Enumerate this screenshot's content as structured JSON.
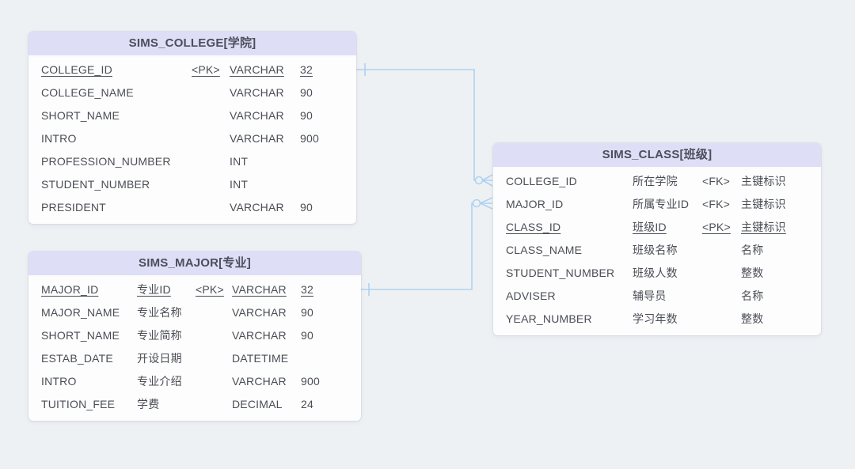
{
  "diagram": {
    "background": "#eef1f4",
    "colors": {
      "table_header_fill": "#dedef7",
      "table_body_fill": "#fdfdfe",
      "connector_blue": "#aed2f0",
      "title_text": "#4b4f5a",
      "row_text": "#4a4e54"
    }
  },
  "tables": {
    "college": {
      "title": "SIMS_COLLEGE[学院]",
      "rows": [
        {
          "name": "COLLEGE_ID",
          "comment": "",
          "key": "<PK>",
          "type": "VARCHAR",
          "size": "32"
        },
        {
          "name": "COLLEGE_NAME",
          "comment": "",
          "key": "",
          "type": "VARCHAR",
          "size": "90"
        },
        {
          "name": "SHORT_NAME",
          "comment": "",
          "key": "",
          "type": "VARCHAR",
          "size": "90"
        },
        {
          "name": "INTRO",
          "comment": "",
          "key": "",
          "type": "VARCHAR",
          "size": "900"
        },
        {
          "name": "PROFESSION_NUMBER",
          "comment": "",
          "key": "",
          "type": "INT",
          "size": ""
        },
        {
          "name": "STUDENT_NUMBER",
          "comment": "",
          "key": "",
          "type": "INT",
          "size": ""
        },
        {
          "name": "PRESIDENT",
          "comment": "",
          "key": "",
          "type": "VARCHAR",
          "size": "90"
        }
      ]
    },
    "major": {
      "title": "SIMS_MAJOR[专业]",
      "rows": [
        {
          "name": "MAJOR_ID",
          "comment": "专业ID",
          "key": "<PK>",
          "type": "VARCHAR",
          "size": "32"
        },
        {
          "name": "MAJOR_NAME",
          "comment": "专业名称",
          "key": "",
          "type": "VARCHAR",
          "size": "90"
        },
        {
          "name": "SHORT_NAME",
          "comment": "专业简称",
          "key": "",
          "type": "VARCHAR",
          "size": "90"
        },
        {
          "name": "ESTAB_DATE",
          "comment": "开设日期",
          "key": "",
          "type": "DATETIME",
          "size": ""
        },
        {
          "name": "INTRO",
          "comment": "专业介绍",
          "key": "",
          "type": "VARCHAR",
          "size": "900"
        },
        {
          "name": "TUITION_FEE",
          "comment": "学费",
          "key": "",
          "type": "DECIMAL",
          "size": "24"
        }
      ]
    },
    "clazz": {
      "title": "SIMS_CLASS[班级]",
      "rows": [
        {
          "name": "COLLEGE_ID",
          "comment": "所在学院",
          "key": "<FK>",
          "type": "主键标识",
          "size": ""
        },
        {
          "name": "MAJOR_ID",
          "comment": "所属专业ID",
          "key": "<FK>",
          "type": "主键标识",
          "size": ""
        },
        {
          "name": "CLASS_ID",
          "comment": "班级ID",
          "key": "<PK>",
          "type": "主键标识",
          "size": ""
        },
        {
          "name": "CLASS_NAME",
          "comment": "班级名称",
          "key": "",
          "type": "名称",
          "size": ""
        },
        {
          "name": "STUDENT_NUMBER",
          "comment": "班级人数",
          "key": "",
          "type": "整数",
          "size": ""
        },
        {
          "name": "ADVISER",
          "comment": "辅导员",
          "key": "",
          "type": "名称",
          "size": ""
        },
        {
          "name": "YEAR_NUMBER",
          "comment": "学习年数",
          "key": "",
          "type": "整数",
          "size": ""
        }
      ]
    }
  },
  "relationships": [
    {
      "from_table": "SIMS_COLLEGE",
      "from_column": "COLLEGE_ID",
      "to_table": "SIMS_CLASS",
      "to_column": "COLLEGE_ID",
      "from_cardinality": "one",
      "to_cardinality": "zero-or-many"
    },
    {
      "from_table": "SIMS_MAJOR",
      "from_column": "MAJOR_ID",
      "to_table": "SIMS_CLASS",
      "to_column": "MAJOR_ID",
      "from_cardinality": "one",
      "to_cardinality": "zero-or-many"
    }
  ]
}
